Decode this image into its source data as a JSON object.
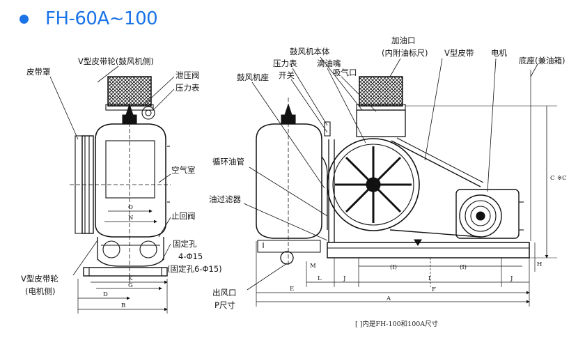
{
  "header": {
    "title": "FH-60A~100"
  },
  "labels": {
    "pulley_blower_side": "V型皮带轮(鼓风机侧)",
    "belt_cover": "皮带罩",
    "relief_valve": "泄压阀",
    "pressure_gauge_left": "压力表",
    "air_chamber": "空气室",
    "check_valve": "止回阀",
    "mount_hole": "固定孔",
    "mount_hole_spec": "4-Φ15",
    "mount_hole_alt": "(固定孔6-Φ15)",
    "pulley_motor_side": "V型皮带轮",
    "pulley_motor_side_2": "(电机侧)",
    "blower_body": "鼓风机本体",
    "pressure_gauge_right": "压力表",
    "switch": "开关",
    "oil_drip": "滴油嘴",
    "suction_port": "吸气口",
    "oil_fill": "加油口",
    "oil_fill_2": "(内附油标尺)",
    "v_belt": "V型皮带",
    "motor": "电机",
    "base": "底座(兼油箱)",
    "blower_seat": "鼓风机座",
    "circ_pipe": "循环油管",
    "oil_filter": "油过滤器",
    "outlet": "出风口",
    "outlet_2": "P尺寸"
  },
  "dims": {
    "O": "O",
    "N": "N",
    "K": "K",
    "G": "G",
    "D": "D",
    "B": "B",
    "C": "C",
    "C_alt": "※C",
    "H": "H",
    "M": "M",
    "E": "E",
    "L": "L",
    "J": "J",
    "I": "I",
    "F": "F",
    "A": "A",
    "I_bracket": "(I)"
  },
  "footnote": "[ ]内是FH-100和100A尺寸"
}
